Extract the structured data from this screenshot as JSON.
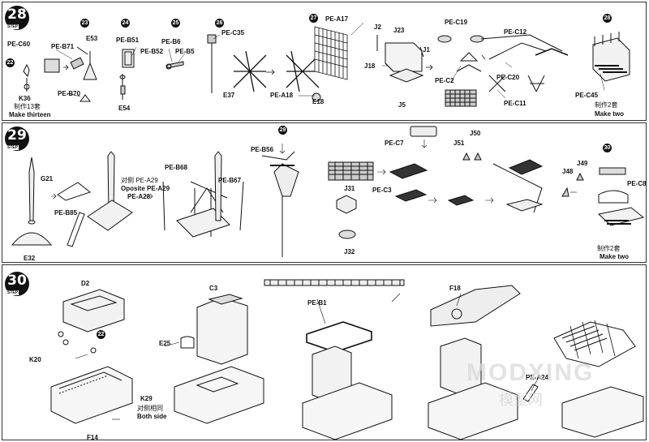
{
  "steps": {
    "s28": {
      "num": "28",
      "word": "STEP"
    },
    "s29": {
      "num": "29",
      "word": "STEP"
    },
    "s30": {
      "num": "30",
      "word": "STEP"
    }
  },
  "callouts": {
    "c22": "22",
    "c23": "23",
    "c24": "24",
    "c25": "25",
    "c26": "26",
    "c27": "27",
    "c28": "28",
    "c29": "29",
    "c30": "30",
    "c22b": "22"
  },
  "panel1": {
    "pe_c60": "PE-C60",
    "k36": "K36",
    "make13_cn": "制作13套",
    "make13_en": "Make thirteen",
    "pe_b71": "PE-B71",
    "pe_b70": "PE-B70",
    "e53": "E53",
    "e54": "E54",
    "pe_b51": "PE-B51",
    "pe_b52": "PE-B52",
    "pe_b6": "PE-B6",
    "pe_b5": "PE-B5",
    "pe_c35": "PE-C35",
    "e37": "E37",
    "pe_a17": "PE-A17",
    "pe_a18": "PE-A18",
    "e18": "E18",
    "j2": "J2",
    "j23": "J23",
    "j18": "J18",
    "j1": "J1",
    "j5": "J5",
    "pe_c19": "PE-C19",
    "pe_c12": "PE-C12",
    "pe_c2": "PE-C2",
    "pe_c20": "PE-C20",
    "pe_c11": "PE-C11",
    "pe_c45": "PE-C45",
    "make2_cn": "制作2套",
    "make2_en": "Make two"
  },
  "panel2": {
    "g21": "G21",
    "pe_b85": "PE-B85",
    "e32": "E32",
    "opp_cn": "对侧 PE-A29",
    "opp_en": "Oposite PE-A29",
    "pe_a28": "PE-A28",
    "pe_b68": "PE-B68",
    "pe_b67": "PE-B67",
    "pe_b56": "PE-B56",
    "pe_c7": "PE-C7",
    "pe_c3": "PE-C3",
    "j31": "J31",
    "j32": "J32",
    "j51": "J51",
    "j50": "J50",
    "j48": "J48",
    "j49": "J49",
    "pe_c8": "PE-C8",
    "make2_cn": "制作2套",
    "make2_en": "Make two"
  },
  "panel3": {
    "d2": "D2",
    "k20": "K20",
    "f14": "F14",
    "k29": "K29",
    "both_cn": "对侧相同",
    "both_en": "Both side",
    "c3": "C3",
    "e25": "E25",
    "pe_b1": "PE-B1",
    "f18": "F18",
    "pe_a24": "PE-A24"
  },
  "watermark": {
    "text": "MODXING",
    "sub": "模型网"
  }
}
